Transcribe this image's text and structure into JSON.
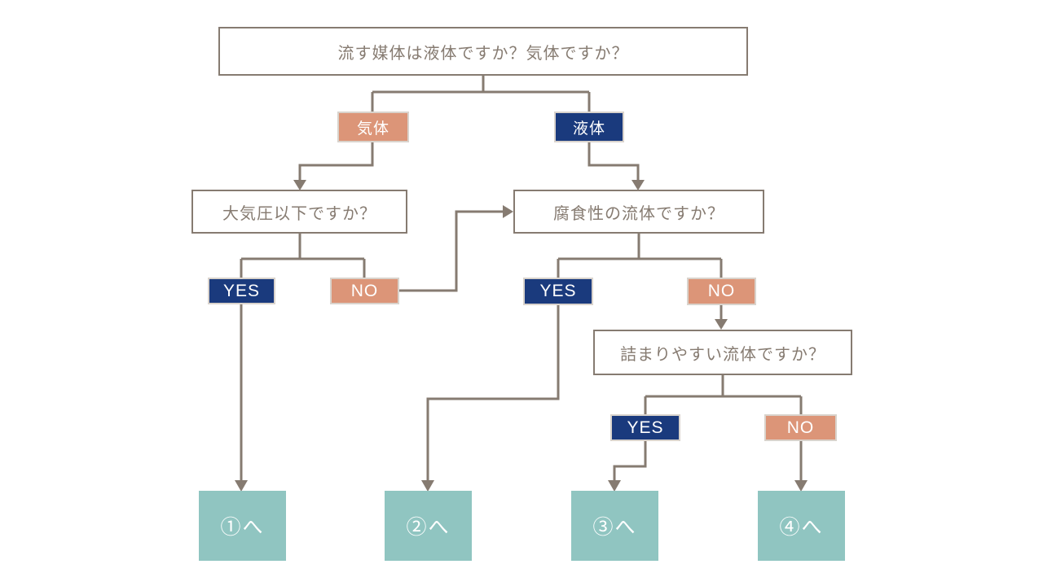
{
  "diagram": {
    "root_question": "流す媒体は液体ですか？気体ですか？",
    "branches": {
      "gas": "気体",
      "liquid": "液体"
    },
    "questions": {
      "pressure": "大気圧以下ですか？",
      "corrosive": "腐食性の流体ですか？",
      "clogging": "詰まりやすい流体ですか？"
    },
    "decisions": {
      "yes": "YES",
      "no": "NO"
    },
    "terminals": [
      "①へ",
      "②へ",
      "③へ",
      "④へ"
    ]
  },
  "colors": {
    "line": "#867b71",
    "question_border": "#867b71",
    "question_text": "#867b71",
    "navy": "#1a3a7d",
    "salmon": "#dc9578",
    "teal": "#90c5c1",
    "tag_border": "#d9d3cc",
    "background": "#ffffff"
  }
}
